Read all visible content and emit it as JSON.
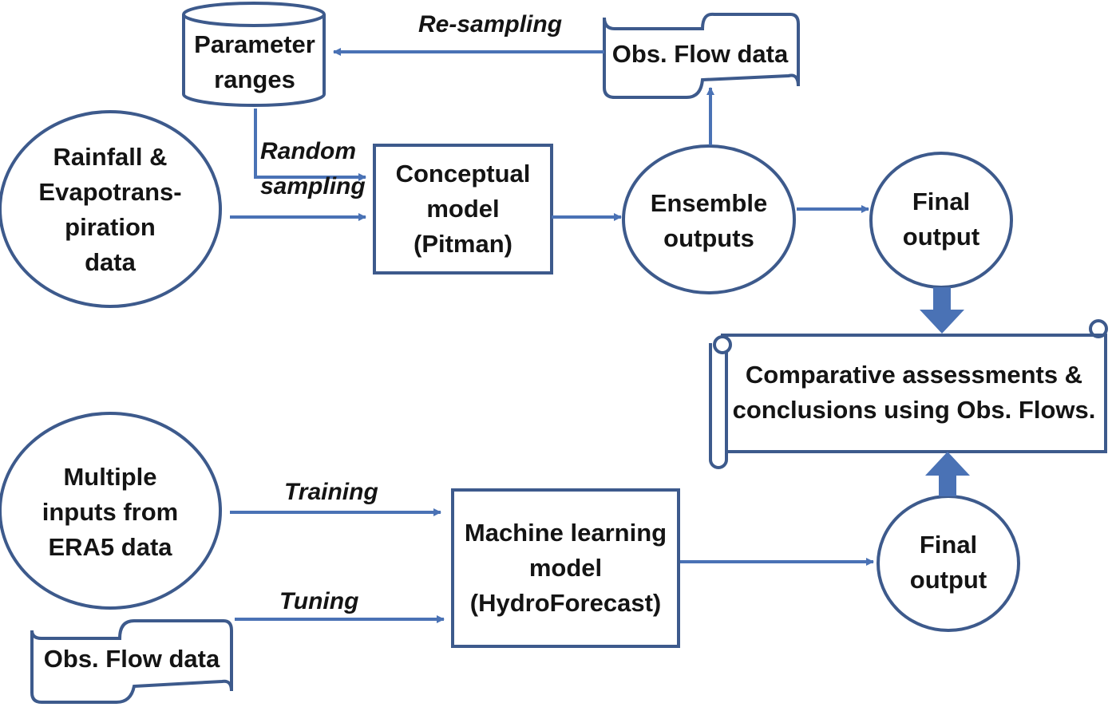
{
  "nodes": {
    "parameter_ranges": "Parameter\nranges",
    "obs_flow_top": "Obs. Flow data",
    "rainfall": "Rainfall &\nEvapotrans-\npiration\ndata",
    "conceptual_model": "Conceptual\nmodel\n(Pitman)",
    "ensemble_outputs": "Ensemble\noutputs",
    "final_output_top": "Final\noutput",
    "comparative": "Comparative assessments &\nconclusions using Obs. Flows.",
    "multiple_inputs": "Multiple\ninputs from\nERA5 data",
    "ml_model": "Machine learning\nmodel\n(HydroForecast)",
    "final_output_bottom": "Final\noutput",
    "obs_flow_bottom": "Obs. Flow data"
  },
  "edges": {
    "resampling": "Re-sampling",
    "random_sampling": "Random\nsampling",
    "training": "Training",
    "tuning": "Tuning"
  },
  "colors": {
    "stroke": "#3d5a8c",
    "arrow": "#4a72b5",
    "text": "#141414",
    "background": "#ffffff"
  }
}
